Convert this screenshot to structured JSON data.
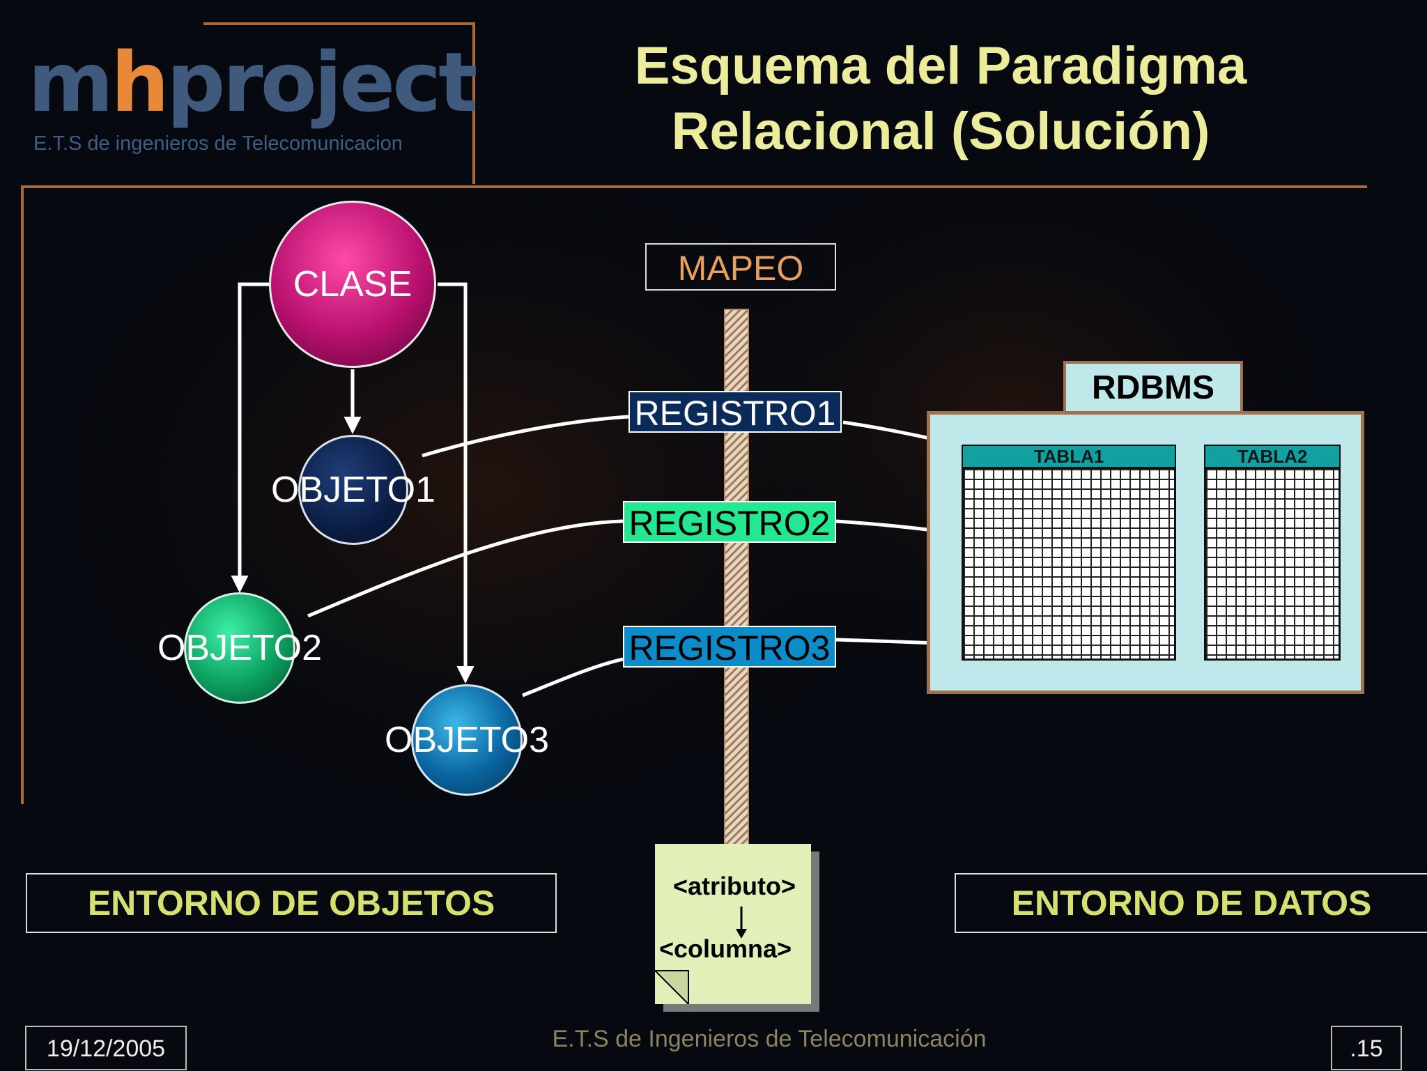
{
  "header": {
    "logo_text_left": "m",
    "logo_text_at": "h",
    "logo_text_right": "project",
    "logo_subtitle": "E.T.S de ingenieros de Telecomunicacion",
    "title_line1": "Esquema del Paradigma",
    "title_line2": "Relacional (Solución)"
  },
  "objects": {
    "clase": "CLASE",
    "objeto1": "OBJETO1",
    "objeto2": "OBJETO2",
    "objeto3": "OBJETO3"
  },
  "mapping": {
    "label": "MAPEO",
    "registro1": "REGISTRO1",
    "registro2": "REGISTRO2",
    "registro3": "REGISTRO3",
    "note_line1": "<atributo>",
    "note_line2": "<columna>"
  },
  "rdbms": {
    "label": "RDBMS",
    "tabla1": "TABLA1",
    "tabla2": "TABLA2"
  },
  "environments": {
    "objects": "ENTORNO DE OBJETOS",
    "data": "ENTORNO DE DATOS"
  },
  "footer": {
    "date": "19/12/2005",
    "institution": "E.T.S de Ingenieros de Telecomunicación",
    "page": ".15"
  },
  "colors": {
    "background": "#06090f",
    "title": "#ecec9c",
    "frame": "#a86a3a",
    "clase": "#c0157a",
    "objeto1": "#0b1d44",
    "objeto2": "#0da060",
    "objeto3": "#0a64a0",
    "rdbms_fill": "#bfe8ea"
  }
}
